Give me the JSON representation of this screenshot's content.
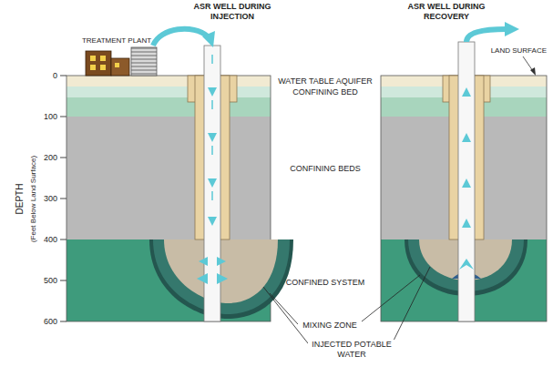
{
  "diagram": {
    "labels": [
      "ASR WELL DURING INJECTION",
      "ASR WELL DURING RECOVERY",
      "TREATMENT PLANT",
      "LAND SURFACE",
      "0",
      "WATER TABLE AQUIFER",
      "CONFINING BED",
      "100",
      "200",
      "CONFINING BEDS",
      "300",
      "DEPTH",
      "(Feet Below Land Surface)",
      "400",
      "500",
      "CONFINED SYSTEM",
      "600",
      "MIXING ZONE",
      "INJECTED POTABLE WATER"
    ]
  }
}
